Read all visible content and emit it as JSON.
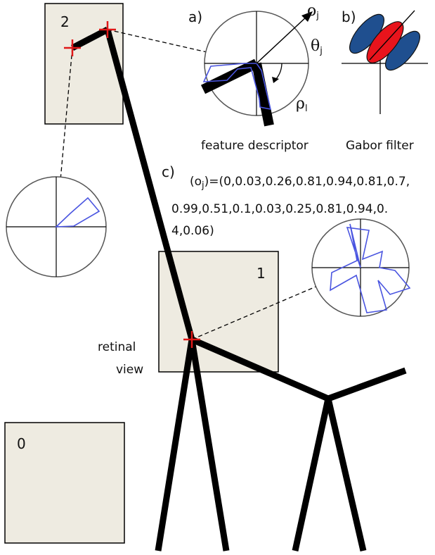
{
  "panels": {
    "a": "a)",
    "b": "b)",
    "c": "c)"
  },
  "symbols": {
    "o": "o",
    "o_sub": "j",
    "theta": "θ",
    "theta_sub": "j",
    "rho": "ρ",
    "rho_sub": "l"
  },
  "captions": {
    "feature_descriptor": "feature descriptor",
    "gabor_filter": "Gabor filter",
    "retinal_line1": "retinal",
    "retinal_line2": "view"
  },
  "sequence": {
    "lines": [
      "(o",
      "j",
      ")=(0,0.03,0.26,0.81,0.94,0.81,0.7,",
      "0.99,0.51,0.1,0.03,0.25,0.81,0.94,0.",
      "4,0.06)"
    ]
  },
  "views": [
    "0",
    "1",
    "2"
  ],
  "colors": {
    "view_fill": "#eeebe1",
    "marker": "#e01818",
    "polygon": "#4a55e0",
    "gabor_red": "#e8141c",
    "gabor_blue": "#1f4f8f",
    "figure": "#000000"
  }
}
